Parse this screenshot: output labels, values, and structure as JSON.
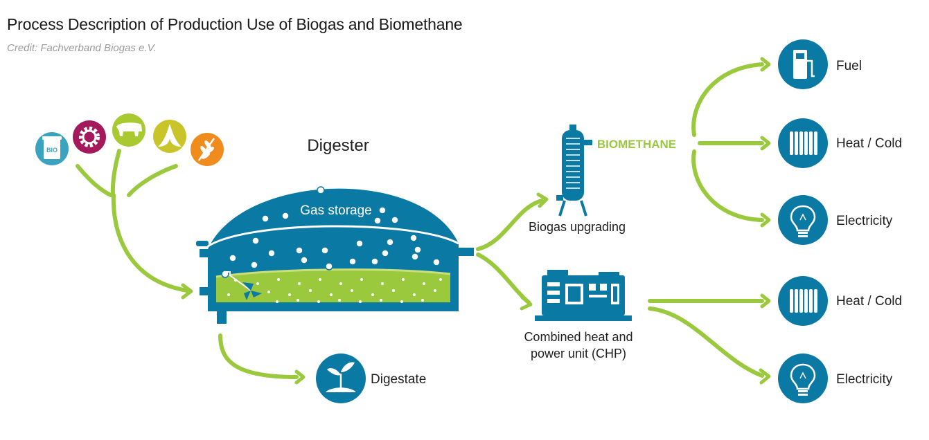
{
  "title": "Process Description of Production Use of Biogas and Biomethane",
  "credit": "Credit: Fachverband Biogas e.V.",
  "labels": {
    "digester": "Digester",
    "gas_storage": "Gas storage",
    "biogas_upgrading": "Biogas upgrading",
    "biomethane": "BIOMETHANE",
    "chp_line1": "Combined heat and",
    "chp_line2": "power unit (CHP)",
    "digestate": "Digestate",
    "fuel": "Fuel",
    "heat_cold_top": "Heat / Cold",
    "electricity_top": "Electricity",
    "heat_cold_bottom": "Heat / Cold",
    "electricity_bottom": "Electricity",
    "bio_bin": "BIO"
  },
  "colors": {
    "blue": "#0a7aa5",
    "green": "#9ac93e",
    "magenta": "#a3195b",
    "lime": "#a8c930",
    "yellow": "#c9c42a",
    "orange": "#f08c1e",
    "teal": "#3aa3c0"
  },
  "feedstock_icons": [
    "bio-bin-icon",
    "industry-gear-icon",
    "livestock-icon",
    "food-waste-icon",
    "grain-icon"
  ],
  "output_icons": [
    "fuel-pump-icon",
    "radiator-icon",
    "light-bulb-icon",
    "radiator-icon",
    "light-bulb-icon",
    "seedling-icon"
  ]
}
